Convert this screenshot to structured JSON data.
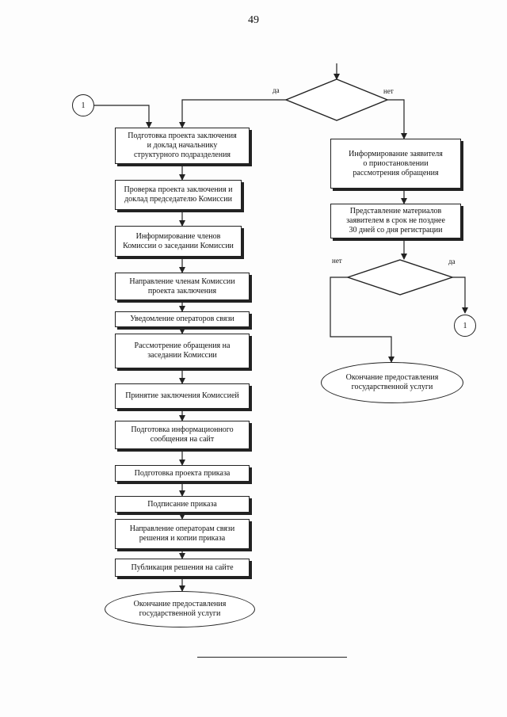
{
  "page_number": "49",
  "left_column": {
    "steps": [
      "Подготовка проекта заключения\nи доклад начальнику\nструктурного подразделения",
      "Проверка проекта заключения и\nдоклад председателю Комиссии",
      "Информирование членов\nКомиссии о заседании Комиссии",
      "Направление членам Комиссии\nпроекта заключения",
      "Уведомление операторов связи",
      "Рассмотрение обращения на\nзаседании Комиссии",
      "Принятие заключения Комиссией",
      "Подготовка информационного\nсообщения на сайт",
      "Подготовка проекта приказа",
      "Подписание приказа",
      "Направление операторам связи\nрешения и копии приказа",
      "Публикация решения на сайте"
    ],
    "end": "Окончание предоставления\nгосударственной услуги"
  },
  "right_column": {
    "steps": [
      "Информирование заявителя\nо приостановлении\nрассмотрения обращения",
      "Представление материалов\nзаявителем в срок не позднее\n30 дней со дня регистрации"
    ],
    "end": "Окончание предоставления\nгосударственной услуги"
  },
  "decision_top": {
    "yes": "да",
    "no": "нет"
  },
  "decision_right": {
    "yes": "да",
    "no": "нет"
  },
  "connector_label": "1"
}
